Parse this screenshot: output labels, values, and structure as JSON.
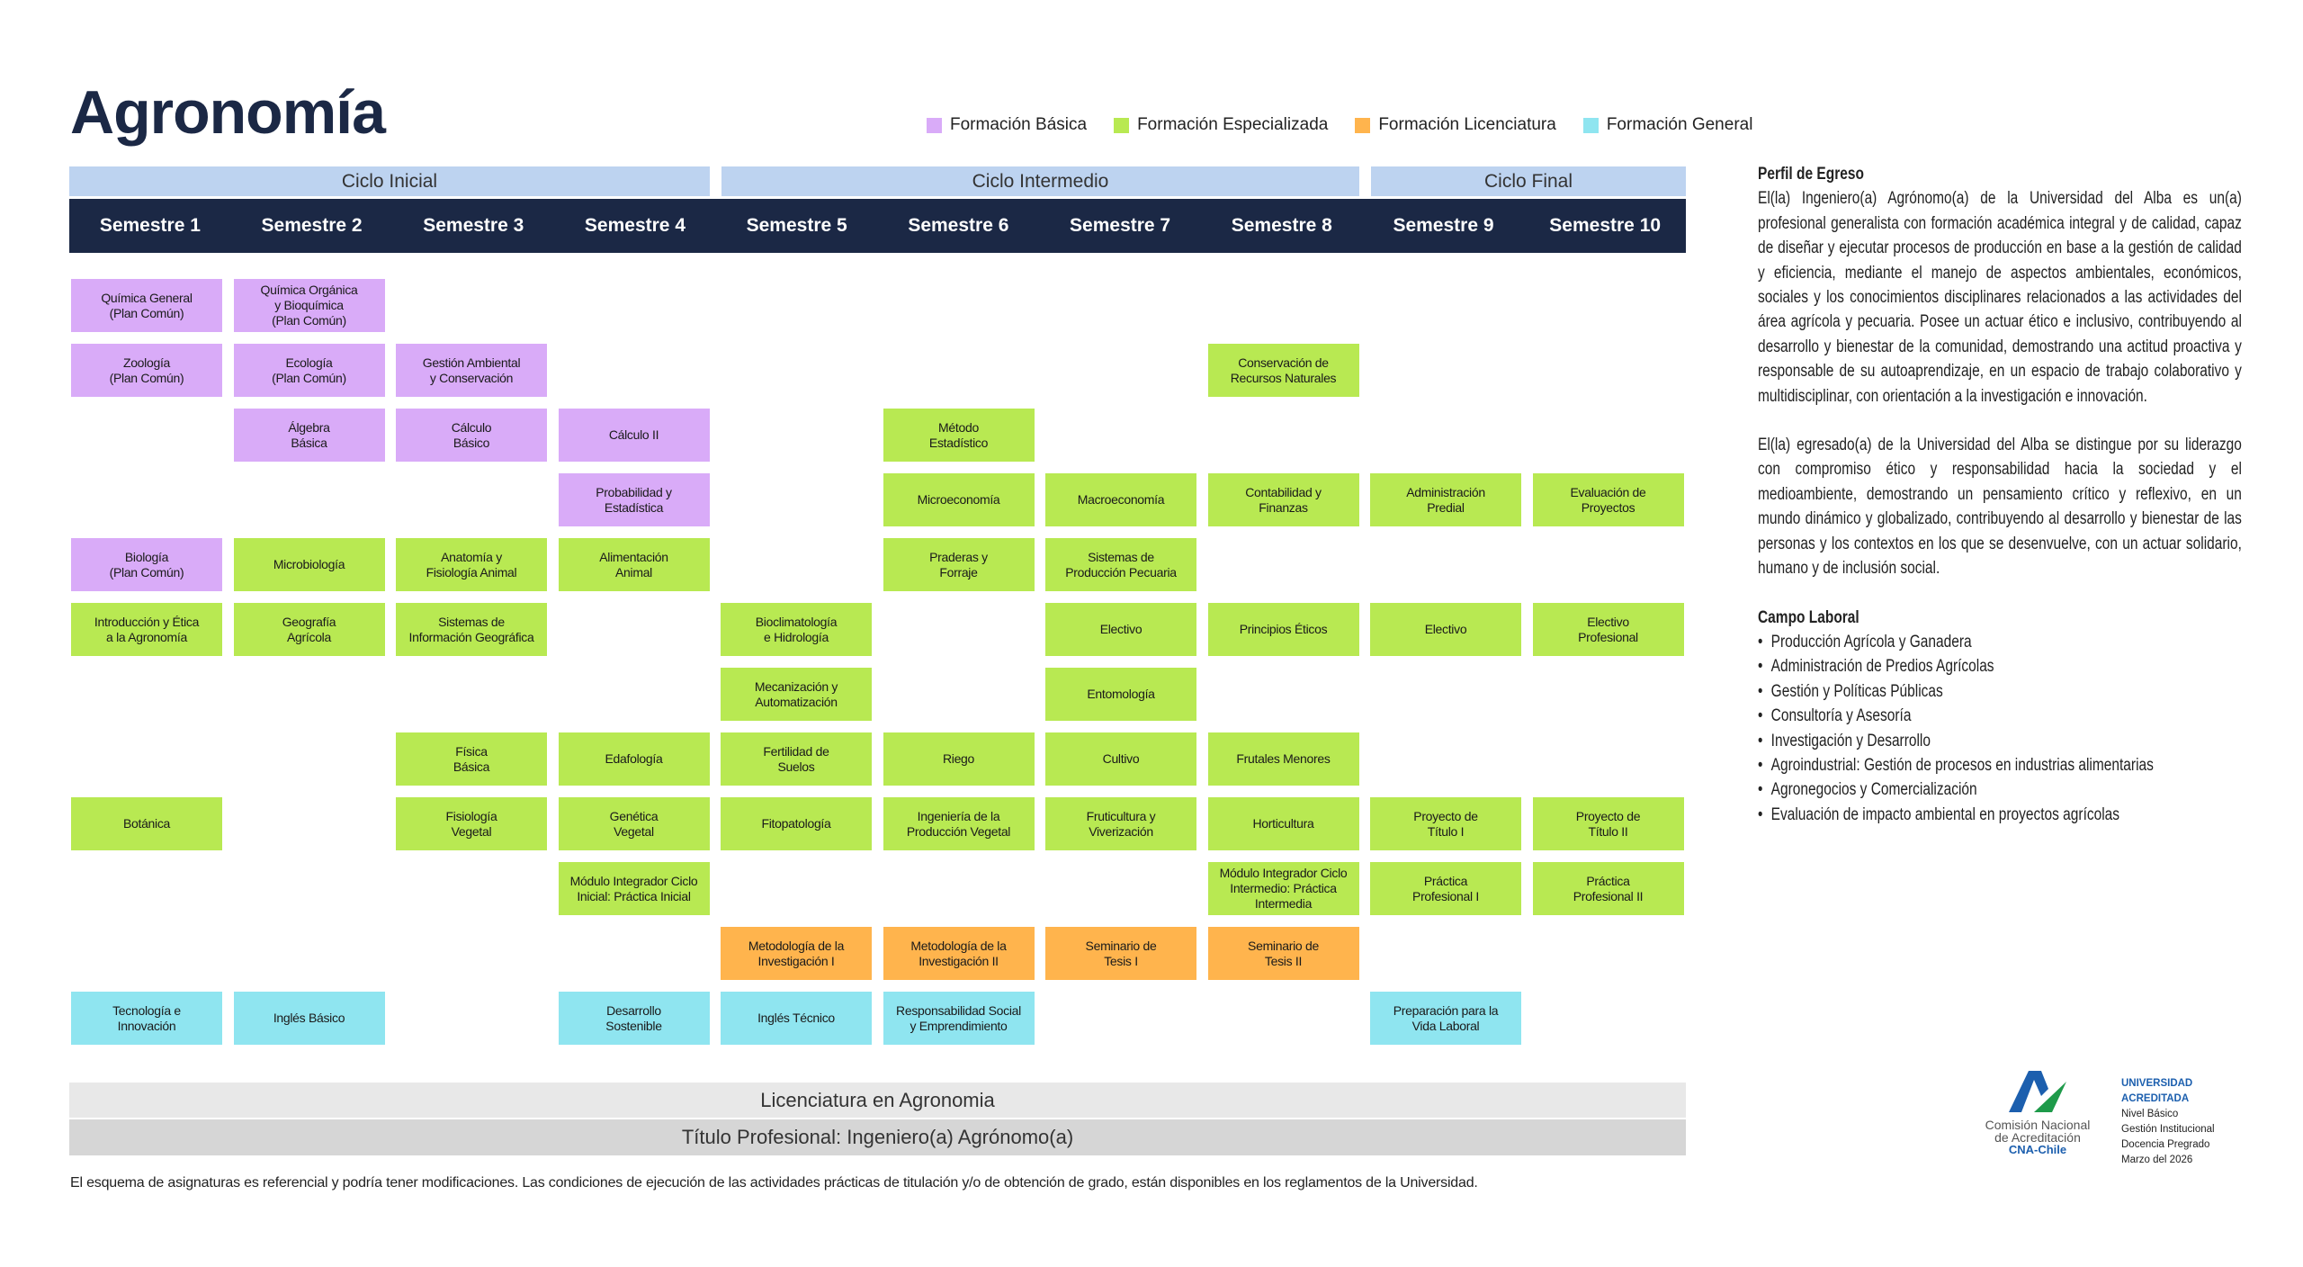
{
  "title": "Agronomía",
  "legend": [
    {
      "label": "Formación Básica",
      "color": "#d9abf8"
    },
    {
      "label": "Formación Especializada",
      "color": "#b8e952"
    },
    {
      "label": "Formación Licenciatura",
      "color": "#ffb44d"
    },
    {
      "label": "Formación General",
      "color": "#8fe5f0"
    }
  ],
  "cycles": [
    "Ciclo Inicial",
    "Ciclo Intermedio",
    "Ciclo Final"
  ],
  "semesters": [
    "Semestre 1",
    "Semestre 2",
    "Semestre 3",
    "Semestre 4",
    "Semestre 5",
    "Semestre 6",
    "Semestre 7",
    "Semestre 8",
    "Semestre 9",
    "Semestre 10"
  ],
  "colors": {
    "B": "#d9abf8",
    "E": "#b8e952",
    "L": "#ffb44d",
    "G": "#8fe5f0",
    "navy": "#1b2845"
  },
  "courses": [
    {
      "semester": 1,
      "slot": 1,
      "type": "B",
      "name": "Química General\n(Plan Común)"
    },
    {
      "semester": 2,
      "slot": 1,
      "type": "B",
      "name": "Química Orgánica\ny Bioquímica\n(Plan Común)"
    },
    {
      "semester": 1,
      "slot": 2,
      "type": "B",
      "name": "Zoología\n(Plan Común)"
    },
    {
      "semester": 2,
      "slot": 2,
      "type": "B",
      "name": "Ecología\n(Plan Común)"
    },
    {
      "semester": 3,
      "slot": 2,
      "type": "B",
      "name": "Gestión Ambiental\ny Conservación"
    },
    {
      "semester": 8,
      "slot": 2,
      "type": "E",
      "name": "Conservación de\nRecursos Naturales"
    },
    {
      "semester": 2,
      "slot": 3,
      "type": "B",
      "name": "Álgebra\nBásica"
    },
    {
      "semester": 3,
      "slot": 3,
      "type": "B",
      "name": "Cálculo\nBásico"
    },
    {
      "semester": 4,
      "slot": 3,
      "type": "B",
      "name": "Cálculo II"
    },
    {
      "semester": 6,
      "slot": 3,
      "type": "E",
      "name": "Método\nEstadístico"
    },
    {
      "semester": 4,
      "slot": 4,
      "type": "B",
      "name": "Probabilidad y\nEstadística"
    },
    {
      "semester": 6,
      "slot": 4,
      "type": "E",
      "name": "Microeconomía"
    },
    {
      "semester": 7,
      "slot": 4,
      "type": "E",
      "name": "Macroeconomía"
    },
    {
      "semester": 8,
      "slot": 4,
      "type": "E",
      "name": "Contabilidad y\nFinanzas"
    },
    {
      "semester": 9,
      "slot": 4,
      "type": "E",
      "name": "Administración\nPredial"
    },
    {
      "semester": 10,
      "slot": 4,
      "type": "E",
      "name": "Evaluación de\nProyectos"
    },
    {
      "semester": 1,
      "slot": 5,
      "type": "B",
      "name": "Biología\n(Plan Común)"
    },
    {
      "semester": 2,
      "slot": 5,
      "type": "E",
      "name": "Microbiología"
    },
    {
      "semester": 3,
      "slot": 5,
      "type": "E",
      "name": "Anatomía y\nFisiología Animal"
    },
    {
      "semester": 4,
      "slot": 5,
      "type": "E",
      "name": "Alimentación\nAnimal"
    },
    {
      "semester": 6,
      "slot": 5,
      "type": "E",
      "name": "Praderas y\nForraje"
    },
    {
      "semester": 7,
      "slot": 5,
      "type": "E",
      "name": "Sistemas de\nProducción Pecuaria"
    },
    {
      "semester": 1,
      "slot": 6,
      "type": "E",
      "name": "Introducción y Ética\na la Agronomía"
    },
    {
      "semester": 2,
      "slot": 6,
      "type": "E",
      "name": "Geografía\nAgrícola"
    },
    {
      "semester": 3,
      "slot": 6,
      "type": "E",
      "name": "Sistemas de\nInformación Geográfica"
    },
    {
      "semester": 5,
      "slot": 6,
      "type": "E",
      "name": "Bioclimatología\ne Hidrología"
    },
    {
      "semester": 7,
      "slot": 6,
      "type": "E",
      "name": "Electivo"
    },
    {
      "semester": 8,
      "slot": 6,
      "type": "E",
      "name": "Principios Éticos"
    },
    {
      "semester": 9,
      "slot": 6,
      "type": "E",
      "name": "Electivo"
    },
    {
      "semester": 10,
      "slot": 6,
      "type": "E",
      "name": "Electivo\nProfesional"
    },
    {
      "semester": 5,
      "slot": 7,
      "type": "E",
      "name": "Mecanización y\nAutomatización"
    },
    {
      "semester": 7,
      "slot": 7,
      "type": "E",
      "name": "Entomología"
    },
    {
      "semester": 3,
      "slot": 8,
      "type": "E",
      "name": "Física\nBásica"
    },
    {
      "semester": 4,
      "slot": 8,
      "type": "E",
      "name": "Edafología"
    },
    {
      "semester": 5,
      "slot": 8,
      "type": "E",
      "name": "Fertilidad de\nSuelos"
    },
    {
      "semester": 6,
      "slot": 8,
      "type": "E",
      "name": "Riego"
    },
    {
      "semester": 7,
      "slot": 8,
      "type": "E",
      "name": "Cultivo"
    },
    {
      "semester": 8,
      "slot": 8,
      "type": "E",
      "name": "Frutales Menores"
    },
    {
      "semester": 1,
      "slot": 9,
      "type": "E",
      "name": "Botánica"
    },
    {
      "semester": 3,
      "slot": 9,
      "type": "E",
      "name": "Fisiología\nVegetal"
    },
    {
      "semester": 4,
      "slot": 9,
      "type": "E",
      "name": "Genética\nVegetal"
    },
    {
      "semester": 5,
      "slot": 9,
      "type": "E",
      "name": "Fitopatología"
    },
    {
      "semester": 6,
      "slot": 9,
      "type": "E",
      "name": "Ingeniería de la\nProducción Vegetal"
    },
    {
      "semester": 7,
      "slot": 9,
      "type": "E",
      "name": "Fruticultura y\nViverización"
    },
    {
      "semester": 8,
      "slot": 9,
      "type": "E",
      "name": "Horticultura"
    },
    {
      "semester": 9,
      "slot": 9,
      "type": "E",
      "name": "Proyecto de\nTítulo I"
    },
    {
      "semester": 10,
      "slot": 9,
      "type": "E",
      "name": "Proyecto de\nTítulo II"
    },
    {
      "semester": 4,
      "slot": 10,
      "type": "E",
      "name": "Módulo Integrador Ciclo\nInicial: Práctica Inicial"
    },
    {
      "semester": 8,
      "slot": 10,
      "type": "E",
      "name": "Módulo Integrador Ciclo\nIntermedio: Práctica\nIntermedia"
    },
    {
      "semester": 9,
      "slot": 10,
      "type": "E",
      "name": "Práctica\nProfesional I"
    },
    {
      "semester": 10,
      "slot": 10,
      "type": "E",
      "name": "Práctica\nProfesional II"
    },
    {
      "semester": 5,
      "slot": 11,
      "type": "L",
      "name": "Metodología de la\nInvestigación I"
    },
    {
      "semester": 6,
      "slot": 11,
      "type": "L",
      "name": "Metodología de la\nInvestigación II"
    },
    {
      "semester": 7,
      "slot": 11,
      "type": "L",
      "name": "Seminario de\nTesis I"
    },
    {
      "semester": 8,
      "slot": 11,
      "type": "L",
      "name": "Seminario de\nTesis II"
    },
    {
      "semester": 1,
      "slot": 12,
      "type": "G",
      "name": "Tecnología e\nInnovación"
    },
    {
      "semester": 2,
      "slot": 12,
      "type": "G",
      "name": "Inglés Básico"
    },
    {
      "semester": 4,
      "slot": 12,
      "type": "G",
      "name": "Desarrollo\nSostenible"
    },
    {
      "semester": 5,
      "slot": 12,
      "type": "G",
      "name": "Inglés Técnico"
    },
    {
      "semester": 6,
      "slot": 12,
      "type": "G",
      "name": "Responsabilidad Social\ny Emprendimiento"
    },
    {
      "semester": 9,
      "slot": 12,
      "type": "G",
      "name": "Preparación para la\nVida Laboral"
    }
  ],
  "bands": {
    "licenciatura": "Licenciatura en Agronomia",
    "titulo": "Título Profesional: Ingeniero(a) Agrónomo(a)"
  },
  "footnote": "El esquema de asignaturas es referencial y podría tener modificaciones. Las condiciones de ejecución de las actividades prácticas de titulación y/o de obtención de grado, están disponibles en los reglamentos de la Universidad.",
  "perfil": {
    "heading": "Perfil de Egreso",
    "p1": "El(la) Ingeniero(a) Agrónomo(a) de la Universidad del Alba es un(a) profesional generalista con formación académica integral y de calidad, capaz de diseñar y ejecutar procesos de producción en base a la gestión de calidad y eficiencia, mediante el manejo de aspectos ambientales, económicos, sociales y los conocimientos disciplinares relacionados a las actividades del área agrícola y pecuaria. Posee un actuar ético e inclusivo, contribuyendo al desarrollo y bienestar de la comunidad, demostrando una actitud proactiva y responsable de su autoaprendizaje, en un espacio de trabajo colaborativo y multidisciplinar, con orientación a la investigación e innovación.",
    "p2": "El(la) egresado(a) de la Universidad del Alba se distingue por su liderazgo con compromiso ético y responsabilidad hacia la sociedad y el medioambiente, demostrando un pensamiento crítico y reflexivo, en un mundo dinámico y globalizado, contribuyendo al desarrollo y bienestar de las personas y los contextos en los que se desenvuelve, con un actuar solidario, humano y de inclusión social."
  },
  "campo": {
    "heading": "Campo Laboral",
    "items": [
      "Producción Agrícola y Ganadera",
      "Administración de Predios Agrícolas",
      "Gestión y Políticas Públicas",
      "Consultoría y Asesoría",
      "Investigación y Desarrollo",
      "Agroindustrial: Gestión de procesos en industrias alimentarias",
      "Agronegocios y Comercialización",
      "Evaluación de impacto ambiental en proyectos agrícolas"
    ]
  },
  "accreditation": {
    "org_line1": "Comisión Nacional",
    "org_line2": "de Acreditación",
    "org_short": "CNA-Chile",
    "heading": "UNIVERSIDAD ACREDITADA",
    "lines": [
      "Nivel Básico",
      "Gestión Institucional",
      "Docencia Pregrado",
      "Marzo del 2026"
    ]
  }
}
